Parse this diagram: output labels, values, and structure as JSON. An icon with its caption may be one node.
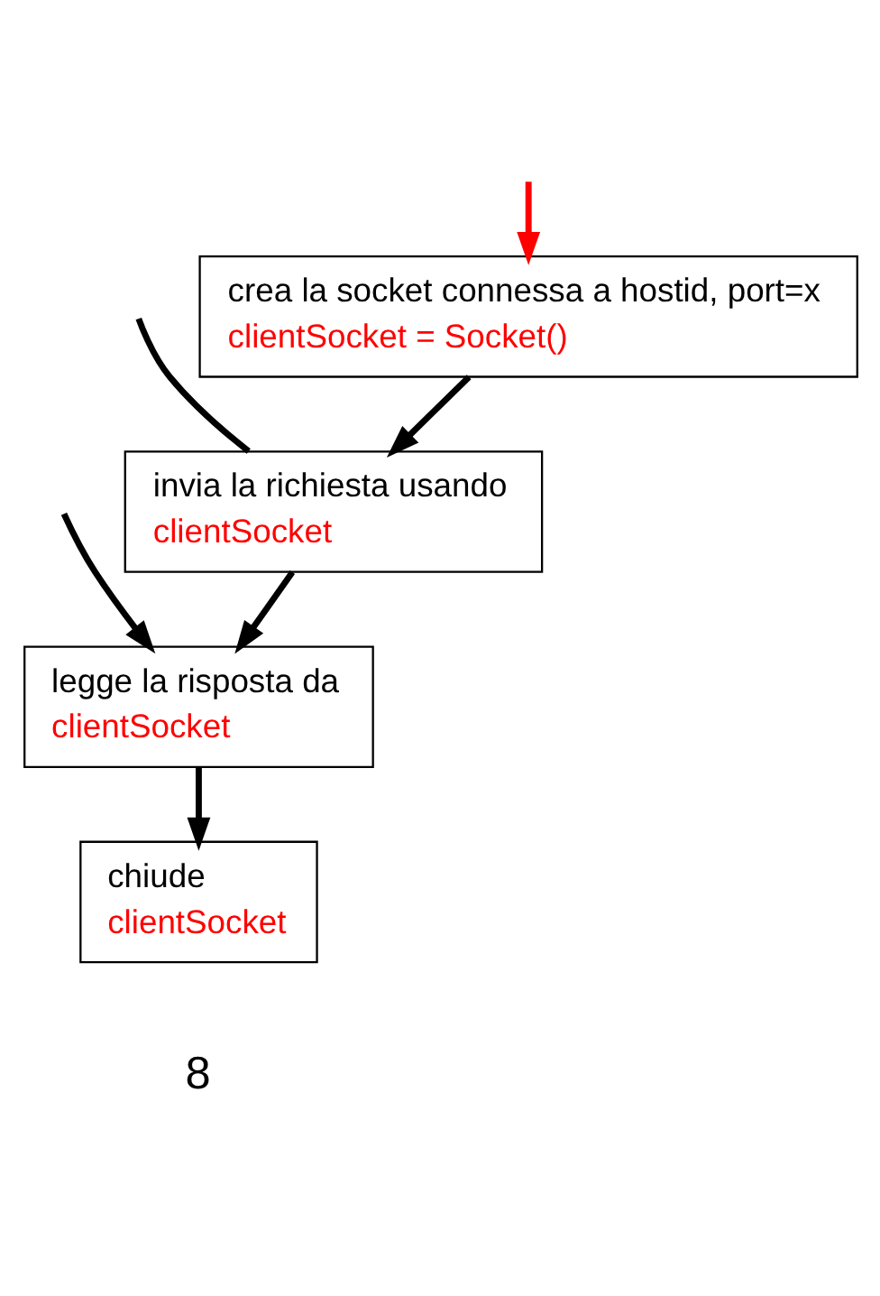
{
  "diagram": {
    "nodes": [
      {
        "text": [
          "crea la socket connessa a hostid, port=x",
          "clientSocket = Socket()"
        ]
      },
      {
        "text": [
          "invia la richiesta usando",
          "clientSocket"
        ]
      },
      {
        "text": [
          "legge la risposta da",
          "clientSocket"
        ]
      },
      {
        "text": [
          "chiude",
          "clientSocket"
        ]
      }
    ],
    "edges": [
      {
        "from": null,
        "to": 0,
        "arrow": "to",
        "color": "#ff0000"
      },
      {
        "from": 0,
        "to": 1,
        "arrow": "to"
      },
      {
        "from": null,
        "to": 1,
        "arrow": "none"
      },
      {
        "from": 1,
        "to": 2,
        "arrow": "to"
      },
      {
        "from": null,
        "to": 2,
        "arrow": "to"
      },
      {
        "from": 2,
        "to": 3,
        "arrow": "to"
      }
    ],
    "labels": [
      "8"
    ]
  }
}
